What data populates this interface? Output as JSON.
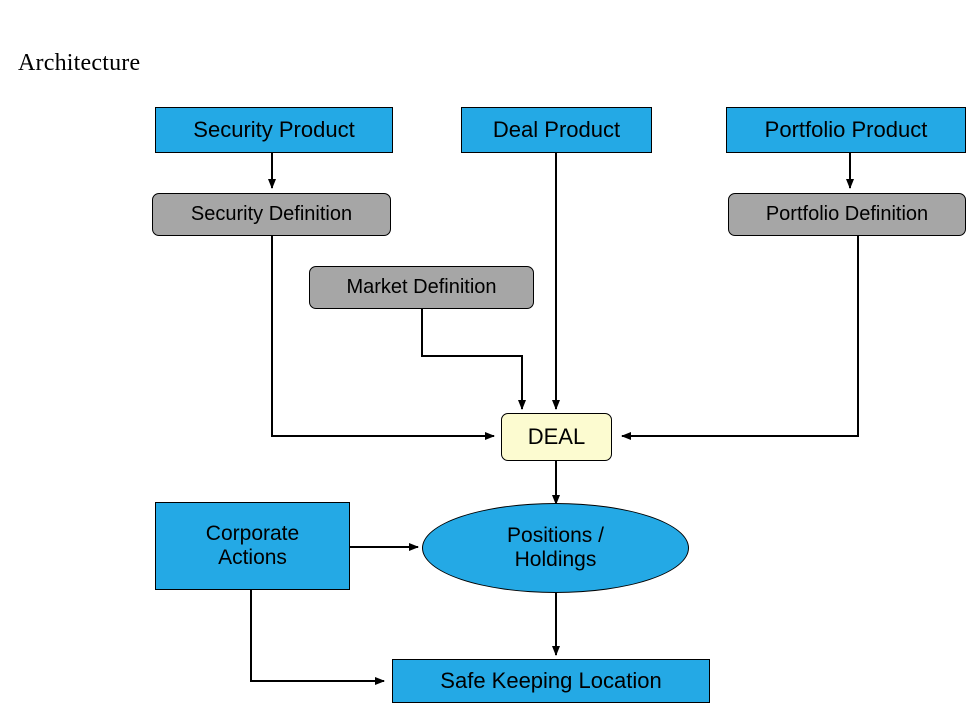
{
  "title": "Architecture",
  "nodes": {
    "security_product": "Security Product",
    "deal_product": "Deal Product",
    "portfolio_product": "Portfolio Product",
    "security_definition": "Security Definition",
    "portfolio_definition": "Portfolio Definition",
    "market_definition": "Market Definition",
    "deal": "DEAL",
    "corporate_actions_line1": "Corporate",
    "corporate_actions_line2": "Actions",
    "positions_line1": "Positions /",
    "positions_line2": "Holdings",
    "safe_keeping_location": "Safe Keeping Location"
  },
  "colors": {
    "product_fill": "#24a9e5",
    "definition_fill": "#a6a6a6",
    "deal_fill": "#fcfbd0",
    "stroke": "#000000",
    "background": "#ffffff"
  },
  "edges": [
    {
      "from": "security_product",
      "to": "security_definition"
    },
    {
      "from": "portfolio_product",
      "to": "portfolio_definition"
    },
    {
      "from": "deal_product",
      "to": "deal"
    },
    {
      "from": "security_definition",
      "to": "deal"
    },
    {
      "from": "market_definition",
      "to": "deal"
    },
    {
      "from": "portfolio_definition",
      "to": "deal"
    },
    {
      "from": "deal",
      "to": "positions_holdings"
    },
    {
      "from": "corporate_actions",
      "to": "positions_holdings"
    },
    {
      "from": "positions_holdings",
      "to": "safe_keeping_location"
    },
    {
      "from": "corporate_actions",
      "to": "safe_keeping_location"
    }
  ]
}
